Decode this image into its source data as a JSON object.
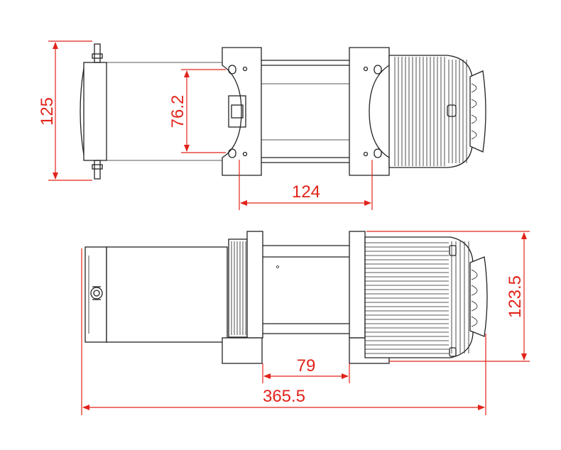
{
  "colors": {
    "dimension": "#e2231a",
    "outline": "#222222",
    "background": "#ffffff"
  },
  "dimensions": {
    "top_view_height": "125",
    "mount_hole_spacing_vertical": "76.2",
    "mount_hole_spacing_horizontal": "124",
    "side_view_height": "123.5",
    "side_view_foot_spacing": "79",
    "overall_length": "365.5"
  }
}
